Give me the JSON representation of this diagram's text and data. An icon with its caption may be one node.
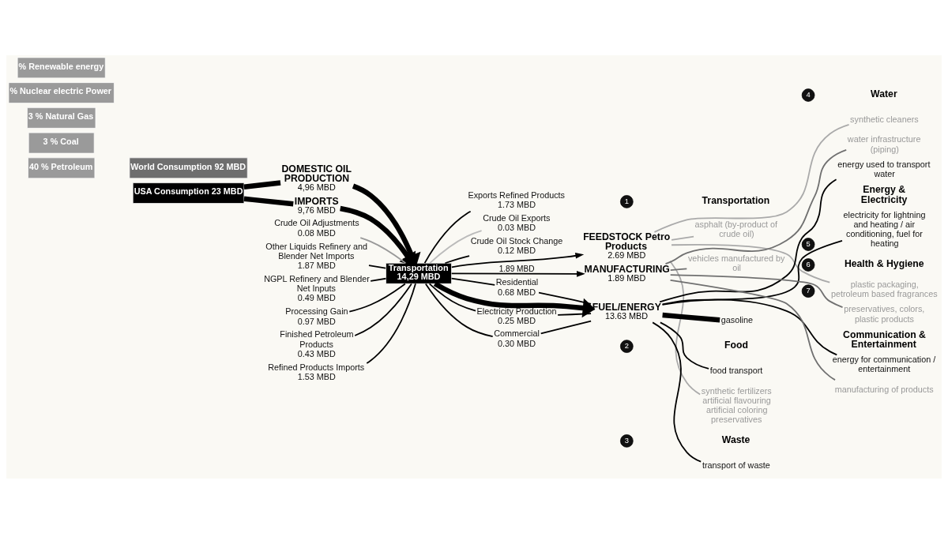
{
  "diagram": {
    "nodes": [
      {
        "text": [
          "% Renewable energy"
        ]
      },
      {
        "text": [
          "% Nuclear electric Power"
        ]
      },
      {
        "text": [
          "3 % Natural Gas"
        ]
      },
      {
        "text": [
          "3 % Coal"
        ]
      },
      {
        "text": [
          "40 % Petroleum"
        ]
      },
      {
        "text": [
          "World Consumption 92 MBD"
        ]
      },
      {
        "text": [
          "USA Consumption 23 MBD"
        ]
      },
      {
        "text": [
          "DOMESTIC OIL PRODUCTION",
          "4,96 MBD"
        ]
      },
      {
        "text": [
          "IMPORTS",
          "9,76 MBD"
        ]
      },
      {
        "text": [
          "Exports Refined Products",
          "1.73 MBD"
        ]
      },
      {
        "text": [
          "Crude Oil Exports",
          "0.03 MBD"
        ]
      },
      {
        "text": [
          "Crude Oil Stock Change",
          "0.12 MBD"
        ]
      },
      {
        "text": [
          "Electricity Production",
          "0.25 MBD"
        ]
      },
      {
        "text": [
          "Commercial",
          "0.30 MBD"
        ]
      },
      {
        "text": [
          "Residential",
          "0.68 MBD"
        ]
      },
      {
        "text": [
          "Transportation",
          "14,29 MBD"
        ]
      },
      {
        "text": [
          "Crude Oil Adjustments",
          "0.08 MBD"
        ]
      },
      {
        "text": [
          "Other Liquids Refinery and Blender Net Imports",
          "1.87 MBD"
        ]
      },
      {
        "text": [
          "NGPL Refinery and Blender Net Inputs",
          "0.49 MBD"
        ]
      },
      {
        "text": [
          "Processing Gain",
          "0.97 MBD"
        ]
      },
      {
        "text": [
          "Finished Petroleum Products",
          "0.43 MBD"
        ]
      },
      {
        "text": [
          "Refined Products Imports",
          "1.53 MBD"
        ]
      },
      {
        "text": [
          "FEEDSTOCK Petro Products",
          "2.69 MBD"
        ]
      },
      {
        "text": [
          "FUEL/ENERGY",
          "13.63 MBD"
        ]
      },
      {
        "text": [
          "MANUFACTURING",
          "1.89 MBD"
        ]
      },
      {
        "text": [
          "asphalt (by-product of crude oil)"
        ]
      },
      {
        "text": [
          "vehicles manufactured by oil"
        ]
      },
      {
        "text": [
          "gasoline"
        ]
      },
      {
        "text": [
          "food transport"
        ]
      },
      {
        "text": [
          "synthetic fertilizers artificial flavouring artificial coloring preservatives"
        ]
      },
      {
        "text": [
          "transport of waste"
        ]
      },
      {
        "text": [
          "synthetic cleaners"
        ]
      },
      {
        "text": [
          "water infrastructure (piping)"
        ]
      },
      {
        "text": [
          "energy used to transport water"
        ]
      },
      {
        "text": [
          "electricity for lightning and heating / air conditioning, fuel for heating"
        ]
      },
      {
        "text": [
          "plastic packaging, petroleum based fragrances"
        ]
      },
      {
        "text": [
          "preservatives, colors, plastic products"
        ]
      },
      {
        "text": [
          "energy for communication / entertainment"
        ]
      },
      {
        "text": [
          "manufacturing of products"
        ]
      }
    ],
    "edges": [
      {
        "from": 6,
        "to": 7,
        "arrow": "none",
        "style": "thick"
      },
      {
        "from": 6,
        "to": 8,
        "arrow": "none",
        "style": "thick"
      },
      {
        "from": 7,
        "to": 15,
        "arrow": "to",
        "style": "thick"
      },
      {
        "from": 8,
        "to": 15,
        "arrow": "to",
        "style": "thick"
      },
      {
        "from": 15,
        "to": 9,
        "arrow": "none"
      },
      {
        "from": 15,
        "to": 10,
        "arrow": "none",
        "color": "#bbbbbb"
      },
      {
        "from": 15,
        "to": 11,
        "arrow": "none"
      },
      {
        "from": 15,
        "to": 12,
        "arrow": "none"
      },
      {
        "from": 15,
        "to": 13,
        "arrow": "none"
      },
      {
        "from": 15,
        "to": 14,
        "arrow": "none"
      },
      {
        "from": 12,
        "to": 23,
        "arrow": "none"
      },
      {
        "from": 13,
        "to": 23,
        "arrow": "none"
      },
      {
        "from": 14,
        "to": 23,
        "arrow": "none"
      },
      {
        "from": 16,
        "to": 15,
        "arrow": "none",
        "color": "#999999"
      },
      {
        "from": 17,
        "to": 15,
        "arrow": "none"
      },
      {
        "from": 18,
        "to": 15,
        "arrow": "none"
      },
      {
        "from": 19,
        "to": 15,
        "arrow": "none"
      },
      {
        "from": 20,
        "to": 15,
        "arrow": "none"
      },
      {
        "from": 21,
        "to": 15,
        "arrow": "none"
      },
      {
        "from": 15,
        "to": 22,
        "arrow": "to"
      },
      {
        "from": 15,
        "to": 23,
        "arrow": "to",
        "style": "thick"
      },
      {
        "from": 15,
        "to": 24,
        "arrow": "to",
        "label": "1.89 MBD"
      },
      {
        "from": 22,
        "to": 25,
        "arrow": "none",
        "color": "#aaaaaa"
      },
      {
        "from": 24,
        "to": 26,
        "arrow": "none",
        "color": "#707070"
      },
      {
        "from": 23,
        "to": 27,
        "arrow": "none",
        "style": "thick"
      },
      {
        "from": 23,
        "to": 28,
        "arrow": "none"
      },
      {
        "from": 22,
        "to": 29,
        "arrow": "none",
        "color": "#aaaaaa"
      },
      {
        "from": 23,
        "to": 30,
        "arrow": "none"
      },
      {
        "from": 22,
        "to": 31,
        "arrow": "none",
        "color": "#aaaaaa"
      },
      {
        "from": 24,
        "to": 32,
        "arrow": "none",
        "color": "#707070"
      },
      {
        "from": 23,
        "to": 33,
        "arrow": "none"
      },
      {
        "from": 23,
        "to": 34,
        "arrow": "none"
      },
      {
        "from": 22,
        "to": 35,
        "arrow": "none",
        "color": "#aaaaaa"
      },
      {
        "from": 24,
        "to": 36,
        "arrow": "none",
        "color": "#707070"
      },
      {
        "from": 23,
        "to": 37,
        "arrow": "none"
      },
      {
        "from": 24,
        "to": 38,
        "arrow": "none",
        "color": "#707070"
      }
    ],
    "labels": [
      "1",
      "Transportation",
      "2",
      "Food",
      "3",
      "Waste",
      "4",
      "Water",
      "5",
      "Energy & Electricity",
      "6",
      "Health & Hygiene",
      "7",
      "Communication & Entertainment"
    ]
  }
}
